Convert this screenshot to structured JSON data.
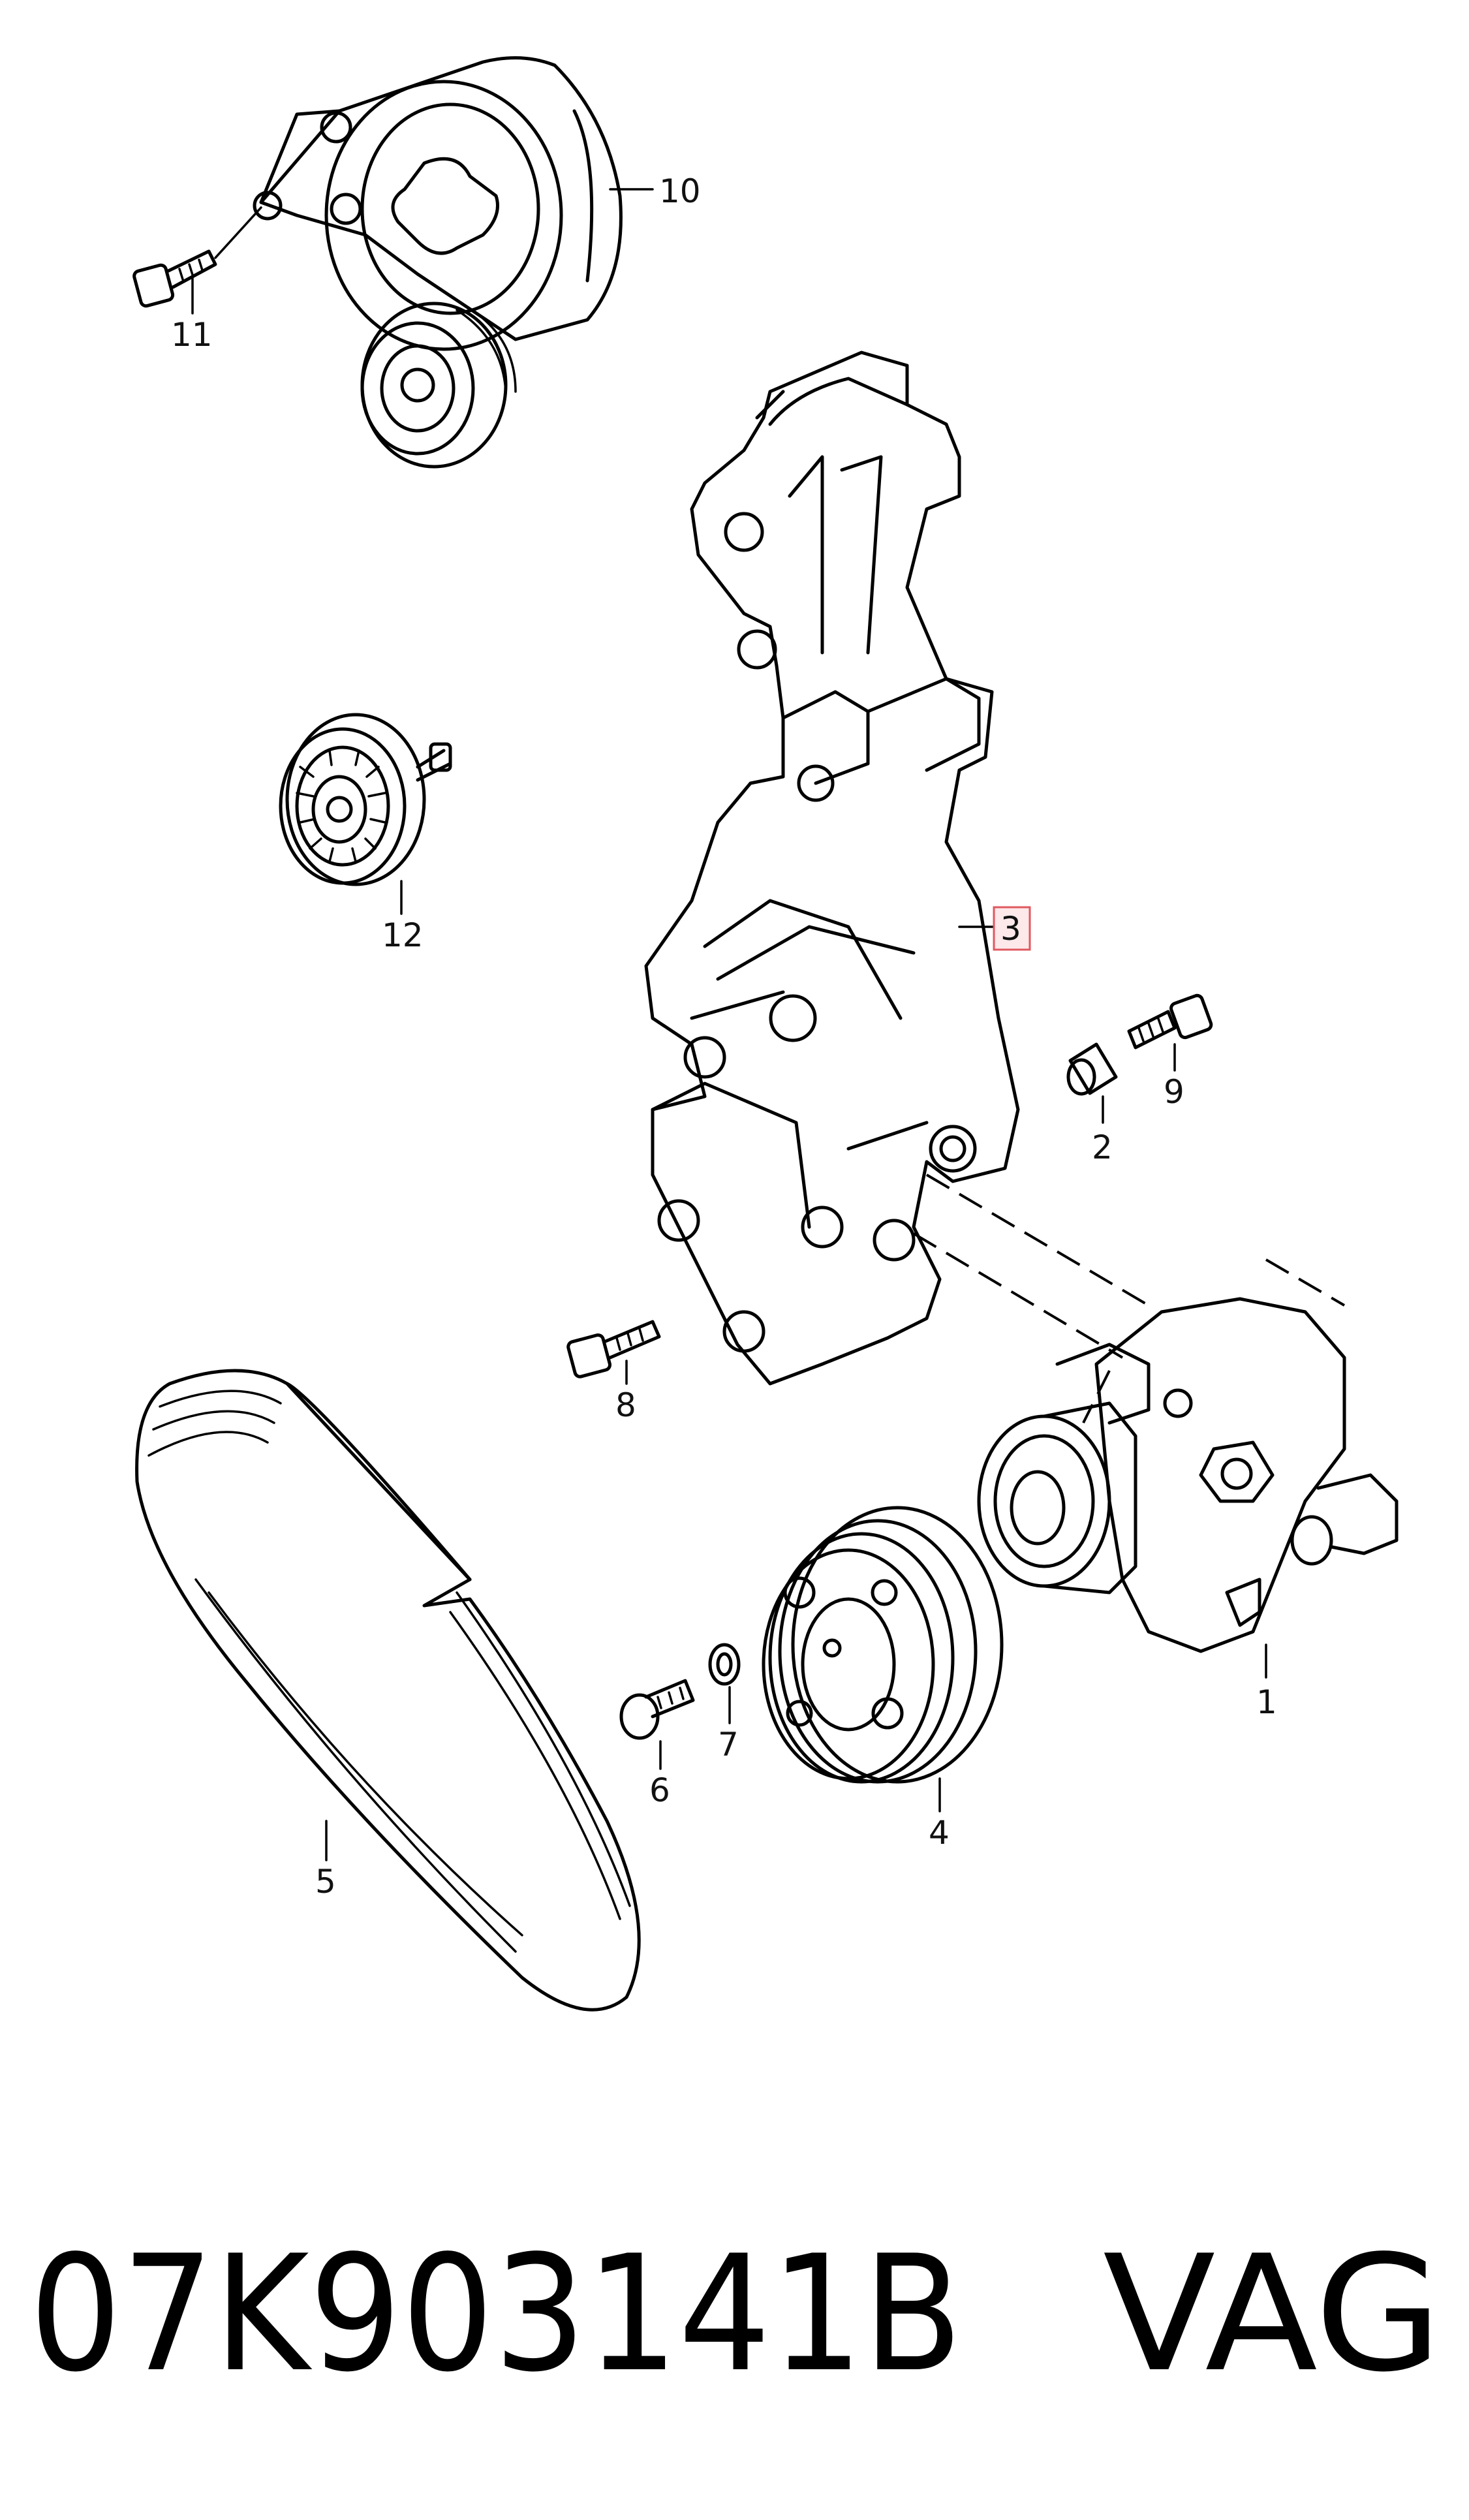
{
  "callouts": {
    "c1": "1",
    "c2": "2",
    "c3": "3",
    "c4": "4",
    "c5": "5",
    "c6": "6",
    "c7": "7",
    "c8": "8",
    "c9": "9",
    "c10": "10",
    "c11": "11",
    "c12": "12"
  },
  "highlighted_callout": "3",
  "footer": {
    "part_number": "07K903141B",
    "brand": "VAG"
  },
  "colors": {
    "highlight_fill": "#fde9ea",
    "highlight_stroke": "#e0585f",
    "line": "#000000"
  }
}
